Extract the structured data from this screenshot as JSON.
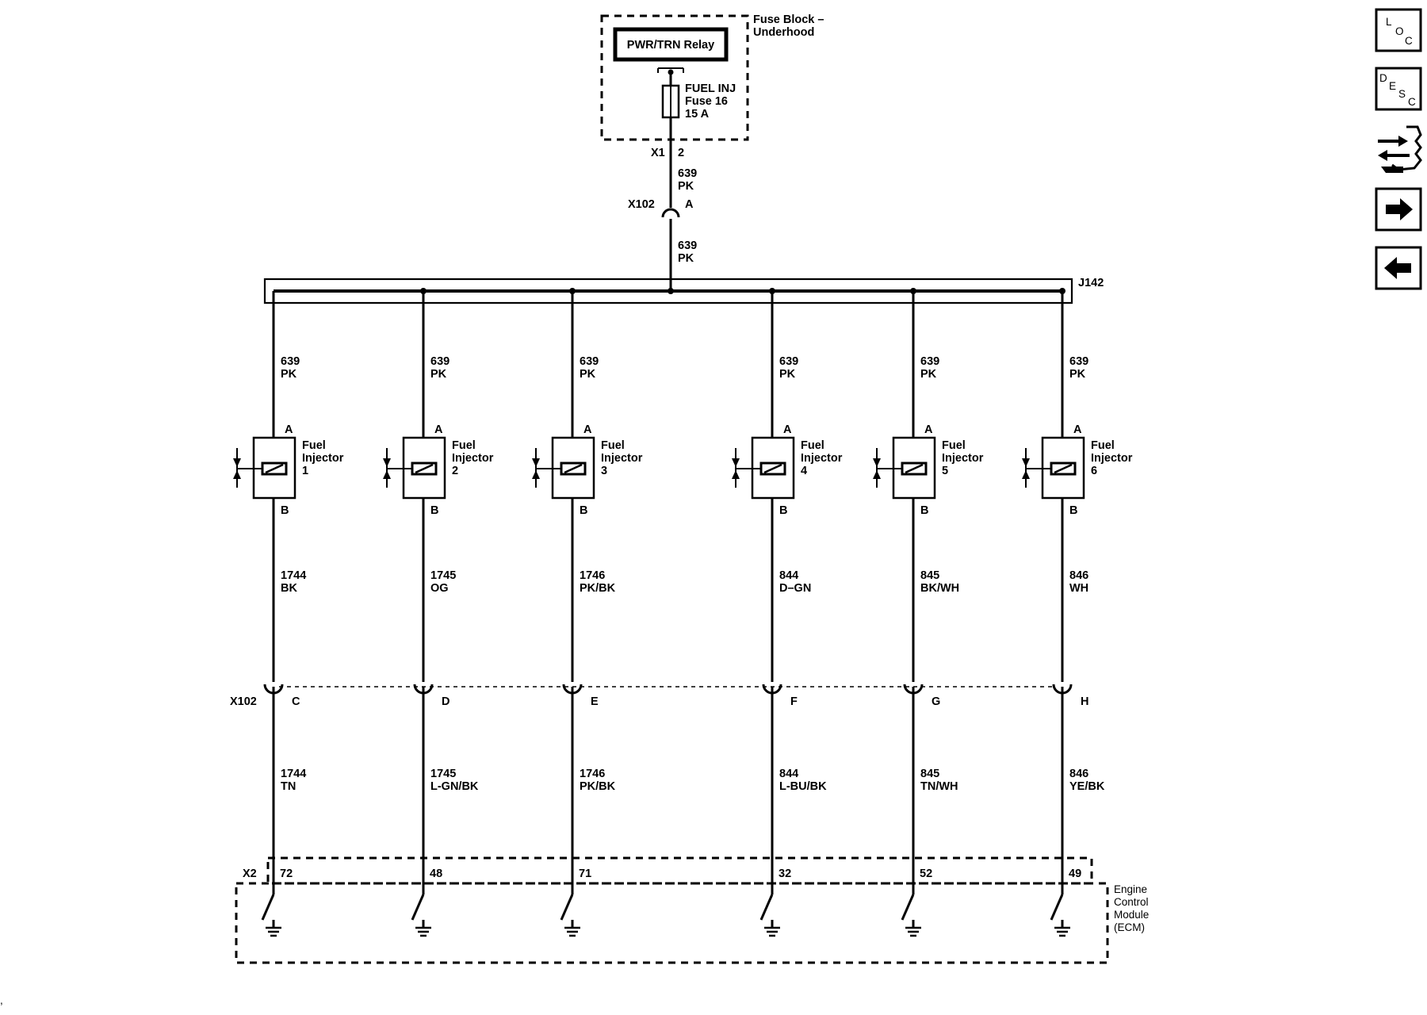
{
  "fuse_block": {
    "title_line1": "Fuse Block –",
    "title_line2": "Underhood",
    "relay_label": "PWR/TRN Relay",
    "fuse_line1": "FUEL INJ",
    "fuse_line2": "Fuse 16",
    "fuse_line3": "15 A",
    "connector": "X1",
    "pin": "2"
  },
  "feed": {
    "upper_circuit": "639",
    "upper_color": "PK",
    "connector": "X102",
    "pin": "A",
    "lower_circuit": "639",
    "lower_color": "PK",
    "splice": "J142"
  },
  "injectors": [
    {
      "feed_circuit": "639",
      "feed_color": "PK",
      "pin_a": "A",
      "pin_b": "B",
      "name1": "Fuel",
      "name2": "Injector",
      "number": "1",
      "ctrl_circuit": "1744",
      "ctrl_color": "BK",
      "x102_pin": "C",
      "ecm_circuit": "1744",
      "ecm_color": "TN",
      "ecm_pin": "72"
    },
    {
      "feed_circuit": "639",
      "feed_color": "PK",
      "pin_a": "A",
      "pin_b": "B",
      "name1": "Fuel",
      "name2": "Injector",
      "number": "2",
      "ctrl_circuit": "1745",
      "ctrl_color": "OG",
      "x102_pin": "D",
      "ecm_circuit": "1745",
      "ecm_color": "L-GN/BK",
      "ecm_pin": "48"
    },
    {
      "feed_circuit": "639",
      "feed_color": "PK",
      "pin_a": "A",
      "pin_b": "B",
      "name1": "Fuel",
      "name2": "Injector",
      "number": "3",
      "ctrl_circuit": "1746",
      "ctrl_color": "PK/BK",
      "x102_pin": "E",
      "ecm_circuit": "1746",
      "ecm_color": "PK/BK",
      "ecm_pin": "71"
    },
    {
      "feed_circuit": "639",
      "feed_color": "PK",
      "pin_a": "A",
      "pin_b": "B",
      "name1": "Fuel",
      "name2": "Injector",
      "number": "4",
      "ctrl_circuit": "844",
      "ctrl_color": "D–GN",
      "x102_pin": "F",
      "ecm_circuit": "844",
      "ecm_color": "L-BU/BK",
      "ecm_pin": "32"
    },
    {
      "feed_circuit": "639",
      "feed_color": "PK",
      "pin_a": "A",
      "pin_b": "B",
      "name1": "Fuel",
      "name2": "Injector",
      "number": "5",
      "ctrl_circuit": "845",
      "ctrl_color": "BK/WH",
      "x102_pin": "G",
      "ecm_circuit": "845",
      "ecm_color": "TN/WH",
      "ecm_pin": "52"
    },
    {
      "feed_circuit": "639",
      "feed_color": "PK",
      "pin_a": "A",
      "pin_b": "B",
      "name1": "Fuel",
      "name2": "Injector",
      "number": "6",
      "ctrl_circuit": "846",
      "ctrl_color": "WH",
      "x102_pin": "H",
      "ecm_circuit": "846",
      "ecm_color": "YE/BK",
      "ecm_pin": "49"
    }
  ],
  "x102_lower": "X102",
  "ecm": {
    "connector": "X2",
    "line1": "Engine",
    "line2": "Control",
    "line3": "Module",
    "line4": "(ECM)"
  },
  "nav_buttons": {
    "loc": {
      "l1": "L",
      "l2": "O",
      "l3": "C"
    },
    "desc": {
      "l1": "D",
      "l2": "E",
      "l3": "S",
      "l4": "C"
    },
    "connector_icon": "connector-tool-icon",
    "forward_icon": "arrow-right-icon",
    "back_icon": "arrow-left-icon"
  }
}
